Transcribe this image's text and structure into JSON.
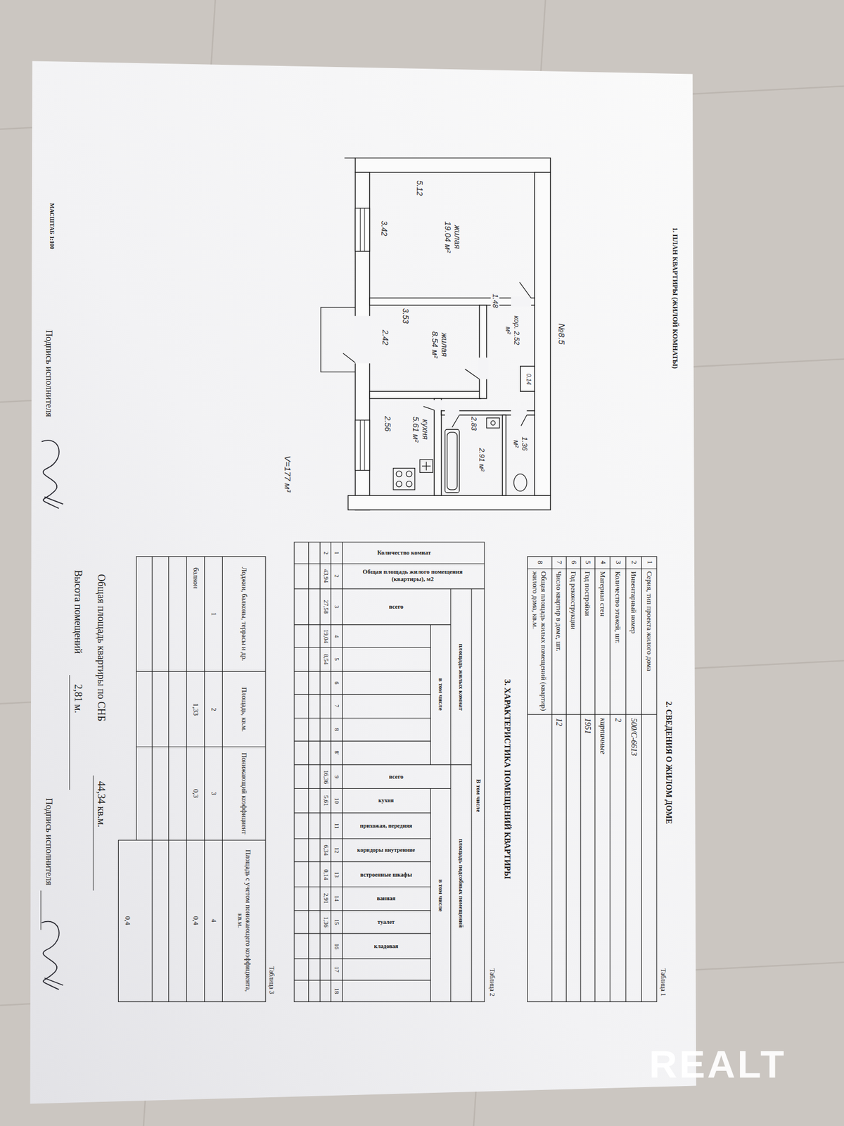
{
  "diagram": {
    "title": "1. ПЛАН КВАРТИРЫ (ЖИЛОЙ КОМНАТЫ)",
    "nodes": [
      {
        "text": [
          "жилая 19.04 м²"
        ]
      },
      {
        "text": [
          "жилая 8.54 м²"
        ]
      },
      {
        "text": [
          "кухня 5.61 м²"
        ]
      },
      {
        "text": [
          "кор. 2.52 м²"
        ]
      },
      {
        "text": [
          "2.91 м²"
        ]
      },
      {
        "text": [
          "1.36 м²"
        ]
      },
      {
        "text": [
          "0.14"
        ]
      }
    ],
    "labels": [
      "№8.5",
      "5.12",
      "3.42",
      "3.53",
      "2.42",
      "1.48",
      "2.83",
      "2.56",
      "V=177 м³",
      "МАСШТАБ 1:100",
      "Подпись исполнителя",
      "2. СВЕДЕНИЯ О ЖИЛОМ ДОМЕ",
      "Таблица 1",
      "1",
      "2",
      "3",
      "4",
      "5",
      "6",
      "7",
      "8",
      "Серия, тип проекта жилого дома",
      "Инвентарный номер",
      "Количество этажей, шт.",
      "Материал стен",
      "Год постройки",
      "Год реконструкции",
      "Число квартир в доме, шт.",
      "Общая площадь жилых помещений (квартир) жилого дома, кв.м.",
      "500/С-6613",
      "2",
      "кирпичные",
      "1951",
      "12",
      "3. ХАРАКТЕРИСТИКА ПОМЕЩЕНИЙ КВАРТИРЫ",
      "Таблица 2",
      "Количество комнат",
      "Общая площадь жилого помещения (квартиры), м2",
      "В том числе",
      "площадь жилых комнат",
      "всего",
      "в том числе",
      "площадь подсобных помещений",
      "всего",
      "в том числе",
      "кухня",
      "прихожая, передняя",
      "коридоры внутренние",
      "встроенные шкафы",
      "ванная",
      "туалет",
      "кладовая",
      "1",
      "2",
      "3",
      "4",
      "5",
      "6",
      "7",
      "8",
      "8'",
      "9",
      "10",
      "11",
      "12",
      "13",
      "14",
      "15",
      "16",
      "17",
      "18",
      "2",
      "43,94",
      "27,58",
      "19,04",
      "8,54",
      "16,36",
      "5,61",
      "6,34",
      "0,14",
      "2,91",
      "1,36",
      "Таблица 3",
      "Лоджии, балконы, террасы и др.",
      "Площадь, кв.м.",
      "Понижающий коэффициент",
      "Площадь с учетом понижающего коэффициента, кв.м.",
      "1",
      "2",
      "3",
      "4",
      "балкон",
      "1,33",
      "0,3",
      "0,4",
      "0,4",
      "Общая площадь квартиры по СНБ",
      "44,34 кв.м.",
      "Высота помещений",
      "2,81 м.",
      "Подпись исполнителя",
      "REALT"
    ]
  }
}
